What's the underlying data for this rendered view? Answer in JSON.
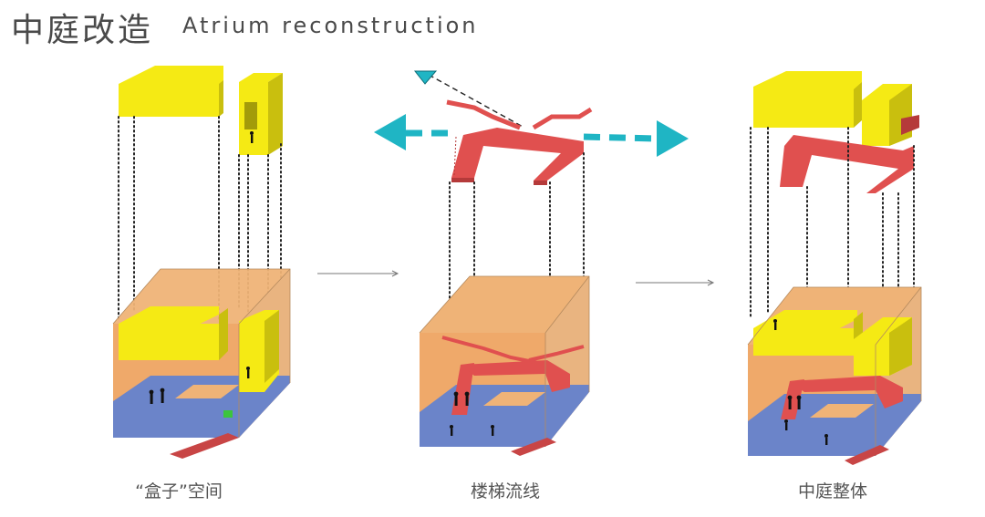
{
  "header": {
    "title_zh": "中庭改造",
    "title_en": "Atrium reconstruction"
  },
  "panels": [
    {
      "id": "box-space",
      "caption": "“盒子”空间"
    },
    {
      "id": "stair-flow",
      "caption": "楼梯流线"
    },
    {
      "id": "atrium-whole",
      "caption": "中庭整体"
    }
  ],
  "colors": {
    "box_yellow": "#f5ea14",
    "box_yellow_side": "#c9bf0e",
    "volume_orange": "#efb377",
    "floor_blue": "#6b84c9",
    "stair_red": "#e0504f",
    "stair_red_dark": "#b53a3a",
    "arrow_cyan": "#1fb5c4",
    "title_text": "#4a4a4a"
  },
  "icons": [
    "double-headed-arrow-icon",
    "sight-arrow-icon",
    "person-figure-icon",
    "step-arrow-icon"
  ]
}
